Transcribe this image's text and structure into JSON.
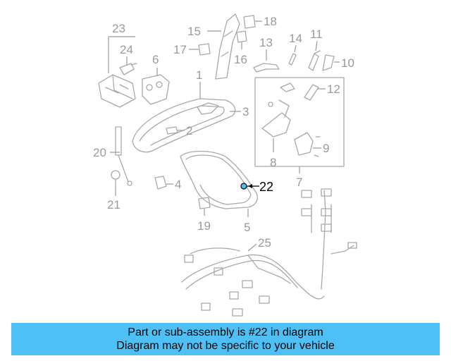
{
  "diagram": {
    "callouts": {
      "c1": "1",
      "c2": "2",
      "c3": "3",
      "c4": "4",
      "c5": "5",
      "c6": "6",
      "c7": "7",
      "c8": "8",
      "c9": "9",
      "c10": "10",
      "c11": "11",
      "c12": "12",
      "c13": "13",
      "c14": "14",
      "c15": "15",
      "c16": "16",
      "c17": "17",
      "c18": "18",
      "c19": "19",
      "c20": "20",
      "c21": "21",
      "c22": "22",
      "c23": "23",
      "c24": "24",
      "c25": "25"
    },
    "highlighted_callout": "22"
  },
  "caption": {
    "line1": "Part or sub-assembly is #22 in diagram",
    "line2": "Diagram may not be specific to your vehicle",
    "background_color": "#4fc0f5"
  },
  "colors": {
    "line_art": "#a8a8a8",
    "callout_text": "#9a9a9a",
    "highlight": "#000000"
  }
}
